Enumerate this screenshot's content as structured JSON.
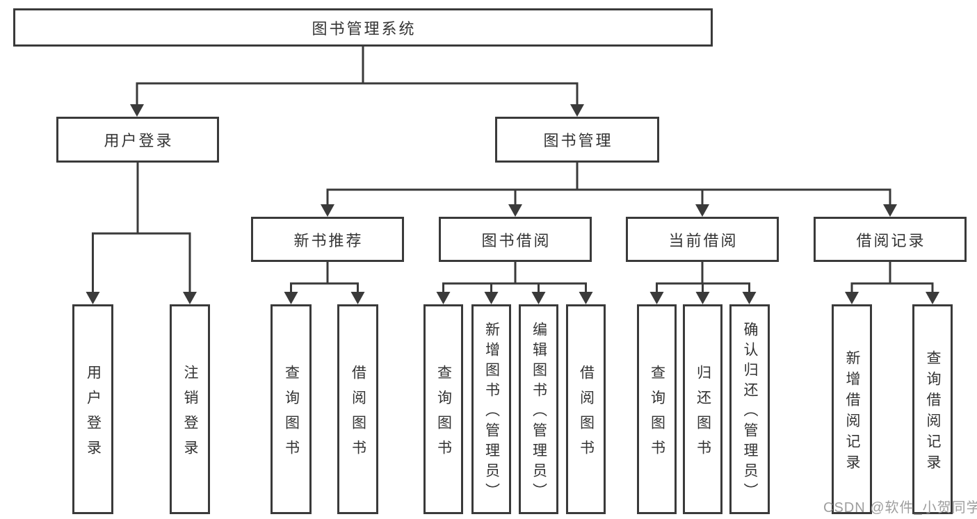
{
  "tree": {
    "root": {
      "label": "图书管理系统"
    },
    "branches": [
      {
        "label": "用户登录",
        "children": [
          {
            "label": "用户登录"
          },
          {
            "label": "注销登录"
          }
        ]
      },
      {
        "label": "图书管理",
        "children": [
          {
            "label": "新书推荐",
            "children": [
              {
                "label": "查询图书"
              },
              {
                "label": "借阅图书"
              }
            ]
          },
          {
            "label": "图书借阅",
            "children": [
              {
                "label": "查询图书"
              },
              {
                "label": "新增图书（管理员）"
              },
              {
                "label": "编辑图书（管理员）"
              },
              {
                "label": "借阅图书"
              }
            ]
          },
          {
            "label": "当前借阅",
            "children": [
              {
                "label": "查询图书"
              },
              {
                "label": "归还图书"
              },
              {
                "label": "确认归还（管理员）"
              }
            ]
          },
          {
            "label": "借阅记录",
            "children": [
              {
                "label": "新增借阅记录"
              },
              {
                "label": "查询借阅记录"
              }
            ]
          }
        ]
      }
    ]
  },
  "watermark": {
    "text": "CSDN @软件_小贺同学",
    "color": "#969696"
  },
  "colors": {
    "line": "#3a3a3a",
    "border": "#3a3a3a",
    "text": "#333333",
    "background": "#ffffff"
  }
}
